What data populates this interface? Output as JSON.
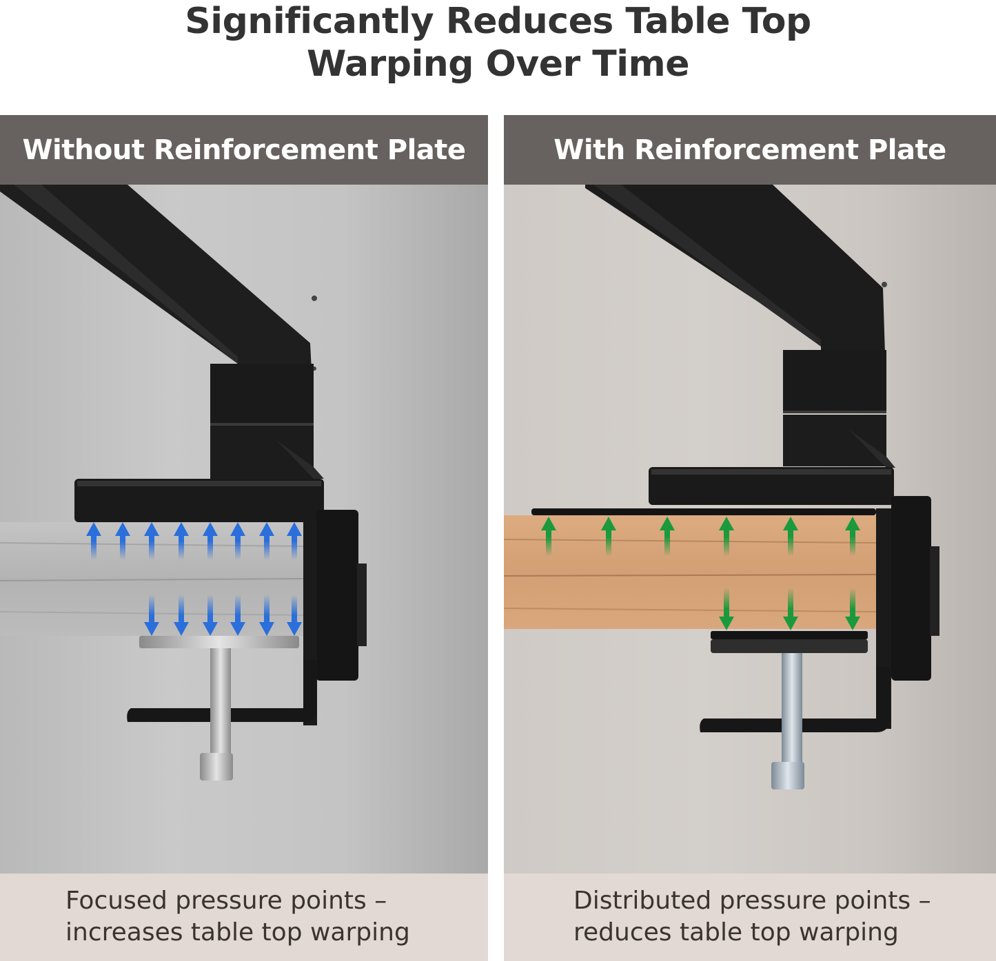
{
  "title": {
    "line1": "Significantly Reduces Table Top",
    "line2": "Warping Over Time"
  },
  "panels": [
    {
      "id": "without",
      "header": "Without Reinforcement Plate",
      "caption": {
        "line1": "Focused pressure points –",
        "line2": "increases table top warping"
      },
      "arrow_color": "#2a6fdb",
      "desk_color": "#bdbdbd",
      "arrows_up": 8,
      "arrows_down": 6
    },
    {
      "id": "with",
      "header": "With Reinforcement Plate",
      "caption": {
        "line1": "Distributed pressure points –",
        "line2": "reduces table top warping"
      },
      "arrow_color": "#1a9a3c",
      "desk_color": "#d9a57a",
      "arrows_up": 6,
      "arrows_down": 3
    }
  ],
  "colors": {
    "title_text": "#333333",
    "header_bg": "#67625f",
    "header_text": "#ffffff",
    "caption_bg": "#e2d8d4",
    "caption_text": "#3a3330"
  }
}
